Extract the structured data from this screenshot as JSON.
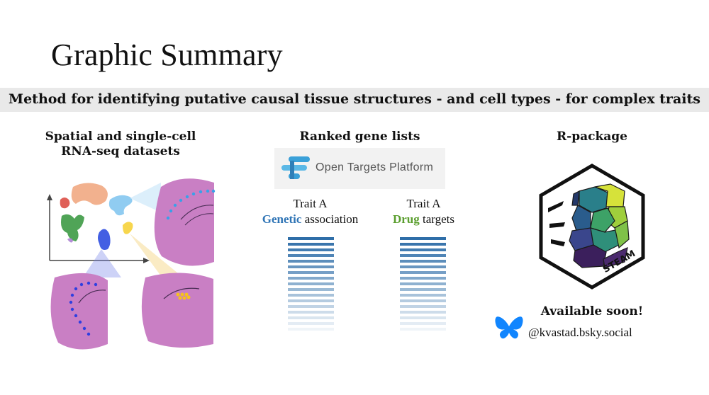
{
  "title": "Graphic Summary",
  "banner": "Method for identifying putative causal tissue structures - and cell types - for complex traits",
  "columns": {
    "left": {
      "heading_line1": "Spatial and single-cell",
      "heading_line2": "RNA-seq datasets"
    },
    "middle": {
      "heading": "Ranked gene lists",
      "logo_text": "Open Targets Platform",
      "trait_left": {
        "name": "Trait A",
        "accent": "Genetic",
        "rest": " association",
        "accent_color": "#2e74b5"
      },
      "trait_right": {
        "name": "Trait A",
        "accent": "Drug",
        "rest": " targets",
        "accent_color": "#5a9e2e"
      }
    },
    "right": {
      "heading": "R-package",
      "badge_text": "STEAM",
      "available": "Available soon!",
      "handle": "@kvastad.bsky.social"
    }
  },
  "colors": {
    "banner_bg": "#e9e9e9",
    "bar_dark": "#2f6ea8",
    "bluesky": "#1185fe"
  }
}
